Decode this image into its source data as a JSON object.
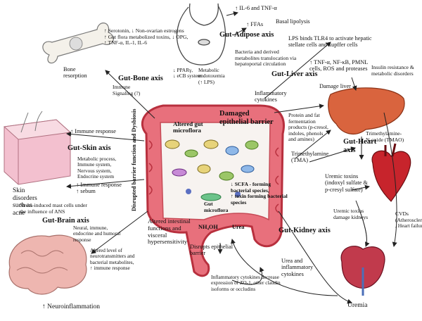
{
  "diagram": {
    "center": {
      "altered_gut_microflora": "Altered gut\nmicroflora",
      "damaged_barrier": "Damaged\nepithelial barrier",
      "scfa_note": "↓ SCFA - forming\nbacterial species,\n↑ toxin forming bacterial\nspecies",
      "gut_microflora": "Gut\nmicroflora",
      "nh4oh": "NH₄OH",
      "urea": "Urea",
      "disrupts_barrier": "Disrupts epithelial\nbarrier",
      "altered_functions": "Altered intestinal\nfunctions and\nvisceral\nhypersensitivity",
      "disrupted_barrier_vertical": "Disrupted barrier function and Dysbiosis",
      "tma": "Trimethylamine\n(TMA)",
      "protein_fat": "Protein and fat\nfermentation\nproducts (p-cresol,\nindoles, phenols\nand amines)"
    },
    "adipose": {
      "title": "Gut-Adipose axis",
      "il6": "↑ IL-6 and TNF-α",
      "ffas": "↑ FFAs",
      "basal_lipolysis": "Basal lipolysis",
      "ppar": "↓ PPARγ,\n↓ eCB system",
      "metabolic_endotoxemia": "Metabolic\nendotoxemia\n(↑ LPS)",
      "bacteria_derived": "Bacteria and derived\nmetabolites translocation via\nhepatoportal circulation"
    },
    "liver": {
      "title": "Gut-Liver axis",
      "lps_tlr4": "LPS binds TLR4 to activate hepatic\nstellate cells and kupffer cells",
      "tnf_nfkb": "↑ TNF-α, NF-κB, PMNL\ncells, ROS and proteases",
      "damage_liver": "Damage liver",
      "inflammatory_cytokines": "Inflammatory\ncytokines",
      "insulin_resistance": "Insulin resistance &\nmetabolic disorders"
    },
    "heart": {
      "title": "Gut-Heart\naxis",
      "tmao": "Trimethylamine-\nN-oxide (TMAO)",
      "cvds": "CVDs\n(Atherosclerosis\n, Heart failure)"
    },
    "kidney": {
      "title": "Gut-Kidney axis",
      "uremic_toxins": "Uremic toxins\n(indoxyl sulfate &\np-cresyl sulfate)",
      "damage_kidneys": "Uremic toxins\ndamage kidneys",
      "urea_cytokines": "Urea and\ninflammatory\ncytokines",
      "cytokines_decrease": "Inflammatory cytokines decrease\nexpression of ZO-1, other claudin\nisoforms or occludins",
      "uremia": "Uremia"
    },
    "bone": {
      "title": "Gut-Bone axis",
      "label": "Bone\nresorption",
      "serotonin": "↑ Serotonin, ↓ Non-ovarian estrogens\n↑ Gut flora metabolized toxins, ↓ OPG,\n↑ TNF-α, IL-1, IL-6",
      "immune_signaling": "Immune\nSignaling (?)"
    },
    "skin": {
      "title": "Gut-Skin axis",
      "immune_response": "↑ Immune response",
      "processes": "Metabolic process,\nImmune system,\nNervous system,\nEndocrine system",
      "immune_sebum": "↑ Immune response\n↑ sebum",
      "disorders": "Skin\ndisorders\nsuch as\nacne"
    },
    "brain": {
      "title": "Gut-Brain axis",
      "mast_cells": "Stress-induced mast cells under\nthe influence of ANS",
      "pathways": "Neural, immune,\nendocrine and humoral\nresponse",
      "neurotransmitters": "Altered level of\nneurotransmitters and\nbacterial metabolites,\n↑ immune response",
      "neuroinflammation": "↑ Neuroinflammation"
    }
  },
  "colors": {
    "intestine": "#e8707c",
    "intestine_dark": "#b8303e",
    "liver": "#d9643e",
    "kidney": "#c13a4c",
    "heart": "#c7242c",
    "brain": "#eeb6b0",
    "skin": "#f3c0cf",
    "arrow": "#222222"
  }
}
